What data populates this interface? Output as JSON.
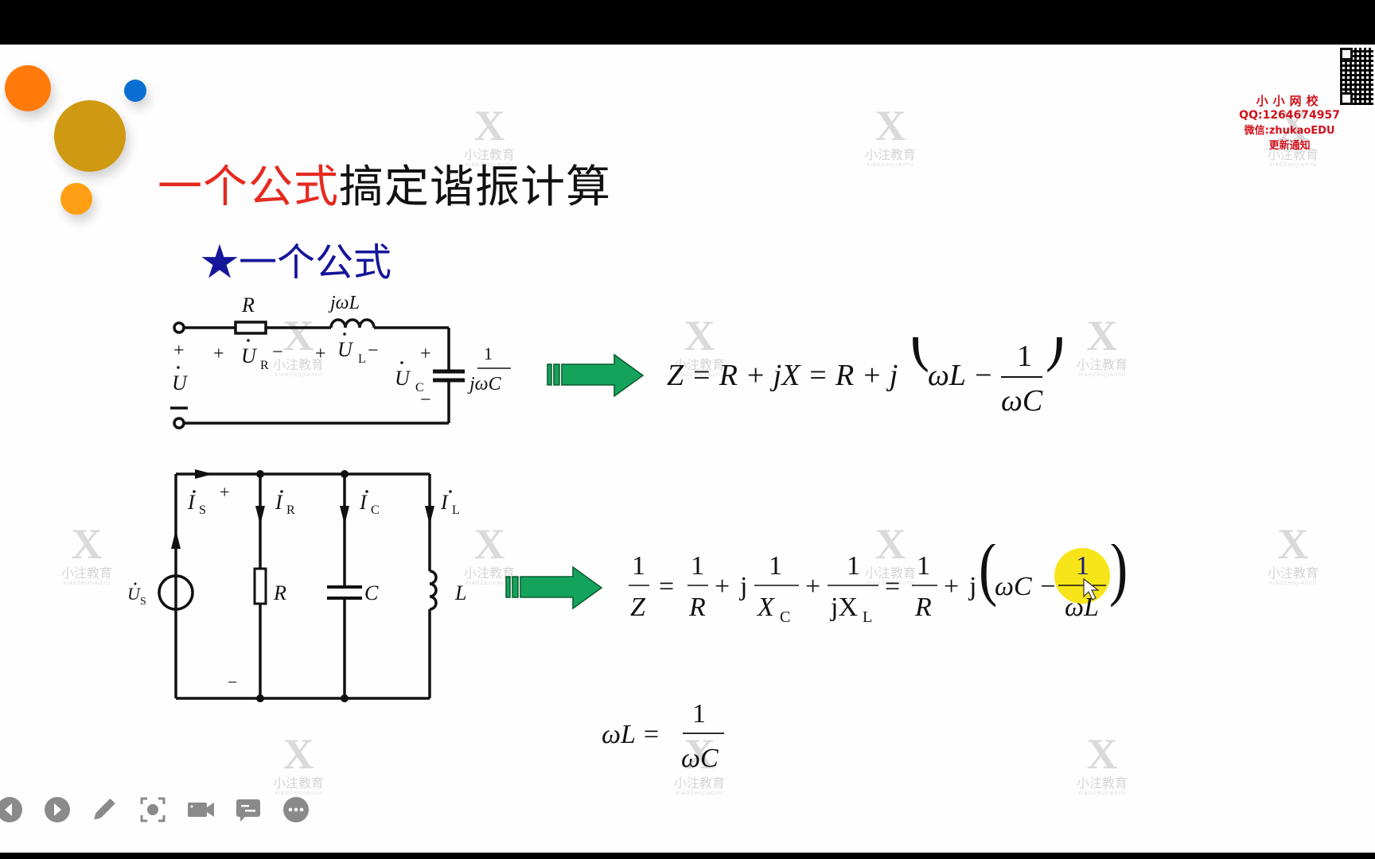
{
  "slide": {
    "title_red": "一个公式",
    "title_black": "搞定谐振计算",
    "subtitle_star": "★",
    "subtitle_text": "一个公式"
  },
  "promo": {
    "line1": "小小网校",
    "line2": "QQ:1264674957",
    "line3": "微信:zhukaoEDU",
    "line4": "更新通知"
  },
  "watermark": {
    "logo": "X",
    "cn": "小注教育",
    "en": "XIAOZHUJIAOYU"
  },
  "series_circuit": {
    "R": "R",
    "jwL": "jωL",
    "U": "U",
    "UR": "U",
    "UR_sub": "R",
    "UL": "U",
    "UL_sub": "L",
    "UC": "U",
    "UC_sub": "C",
    "cap_num": "1",
    "cap_den": "jωC",
    "plus": "+",
    "minus": "−"
  },
  "series_formula": {
    "lhs": "Z = R + jX = R + j",
    "a": "ωL −",
    "num": "1",
    "den": "ωC"
  },
  "parallel_circuit": {
    "IS": "I",
    "IS_sub": "S",
    "IR": "I",
    "IR_sub": "R",
    "IC": "I",
    "IC_sub": "C",
    "IL": "I",
    "IL_sub": "L",
    "US": "U",
    "US_sub": "S",
    "R": "R",
    "C": "C",
    "L": "L",
    "plus": "+",
    "minus": "−"
  },
  "parallel_formula": {
    "f1_num": "1",
    "f1_den": "Z",
    "eq": "=",
    "f2_num": "1",
    "f2_den": "R",
    "plus": "+",
    "j": "j",
    "f3_num": "1",
    "f3_den": "X",
    "f3_sub": "C",
    "f4_num": "1",
    "f4_den": "jX",
    "f4_sub": "L",
    "f5_num": "1",
    "f5_den": "R",
    "paren_a": "ωC −",
    "f6_num": "1",
    "f6_den": "ωL"
  },
  "resonance_condition": {
    "lhs": "ωL =",
    "num": "1",
    "den": "ωC"
  },
  "highlight_color": "#f7e51a",
  "arrow_color": "#14a35a",
  "toolbar": {
    "items": [
      "previous-slide",
      "next-slide",
      "pen",
      "screenshot",
      "camera",
      "comment",
      "more"
    ]
  }
}
